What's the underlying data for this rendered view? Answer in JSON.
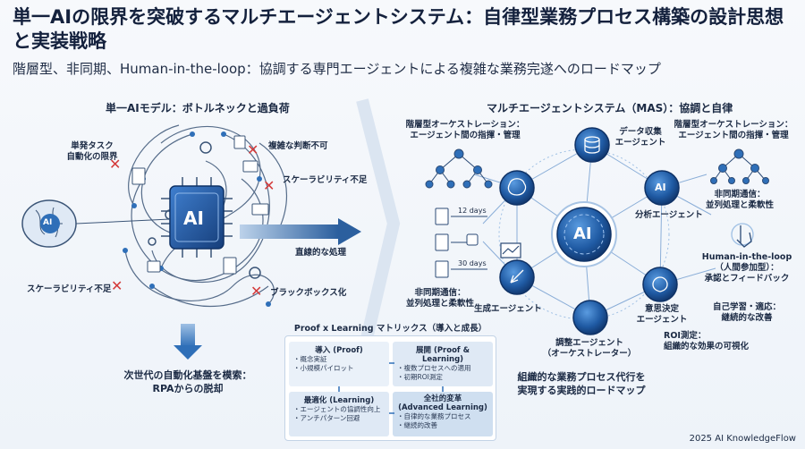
{
  "header": {
    "title": "単一AIの限界を突破するマルチエージェントシステム：自律型業務プロセス構築の設計思想と実装戦略",
    "subtitle": "階層型、非同期、Human-in-the-loop：協調する専門エージェントによる複雑な業務完遂へのロードマップ"
  },
  "left": {
    "section_title": "単一AIモデル：ボトルネックと過負荷",
    "labels": {
      "single_task": "単発タスク\n自動化の限界",
      "complex_judgment": "複雑な判断不可",
      "scalability_1": "スケーラビリティ不足",
      "linear": "直線的な処理",
      "scalability_2": "スケーラビリティ不足",
      "blackbox": "ブラックボックス化"
    },
    "center_ai": "AI",
    "brain_ai": "AI",
    "bottom_text": "次世代の自動化基盤を模索：\nRPAからの脱却"
  },
  "right": {
    "section_title": "マルチエージェントシステム（MAS）：協調と自律",
    "hub_label": "AI",
    "nodes": {
      "data_collect": "データ収集\nエージェント",
      "analysis": "分析エージェント",
      "decision": "意思決定\nエージェント",
      "coordinator": "調整エージェント\n（オーケストレーター）",
      "generation": "生成エージェント",
      "ai_small": "AI"
    },
    "labels": {
      "hier_left": "階層型オーケストレーション：\nエージェント間の指揮・管理",
      "hier_right": "階層型オーケストレーション：\nエージェント間の指揮・管理",
      "async_right": "非同期通信：\n並列処理と柔軟性",
      "async_left": "非同期通信：\n並列処理と柔軟性",
      "days_12": "12 days",
      "days_30": "30 days",
      "hitl": "Human-in-the-loop\n（人間参加型）：\n承認とフィードバック",
      "self_learn": "自己学習・適応：\n継続的な改善",
      "roi": "ROI測定：\n組織的な効果の可視化",
      "bottom_text": "組織的な業務プロセス代行を\n実現する実践的ロードマップ"
    }
  },
  "matrix": {
    "title": "Proof x Learning マトリックス（導入と成長）",
    "cells": [
      {
        "head": "導入 (Proof)",
        "items": [
          "・概念実証",
          "・小規模パイロット"
        ]
      },
      {
        "head": "展開 (Proof & Learning)",
        "items": [
          "・複数プロセスへの適用",
          "・初期ROI測定"
        ]
      },
      {
        "head": "最適化 (Learning)",
        "items": [
          "・エージェントの協調性向上",
          "・アンチパターン回避"
        ]
      },
      {
        "head": "全社的変革\n(Advanced Learning)",
        "items": [
          "・自律的な業務プロセス",
          "・継続的改善"
        ]
      }
    ]
  },
  "footer": "2025 AI KnowledgeFlow",
  "colors": {
    "accent": "#2f6fb8",
    "dark_blue": "#173a6e",
    "warn": "#d43a3a"
  }
}
